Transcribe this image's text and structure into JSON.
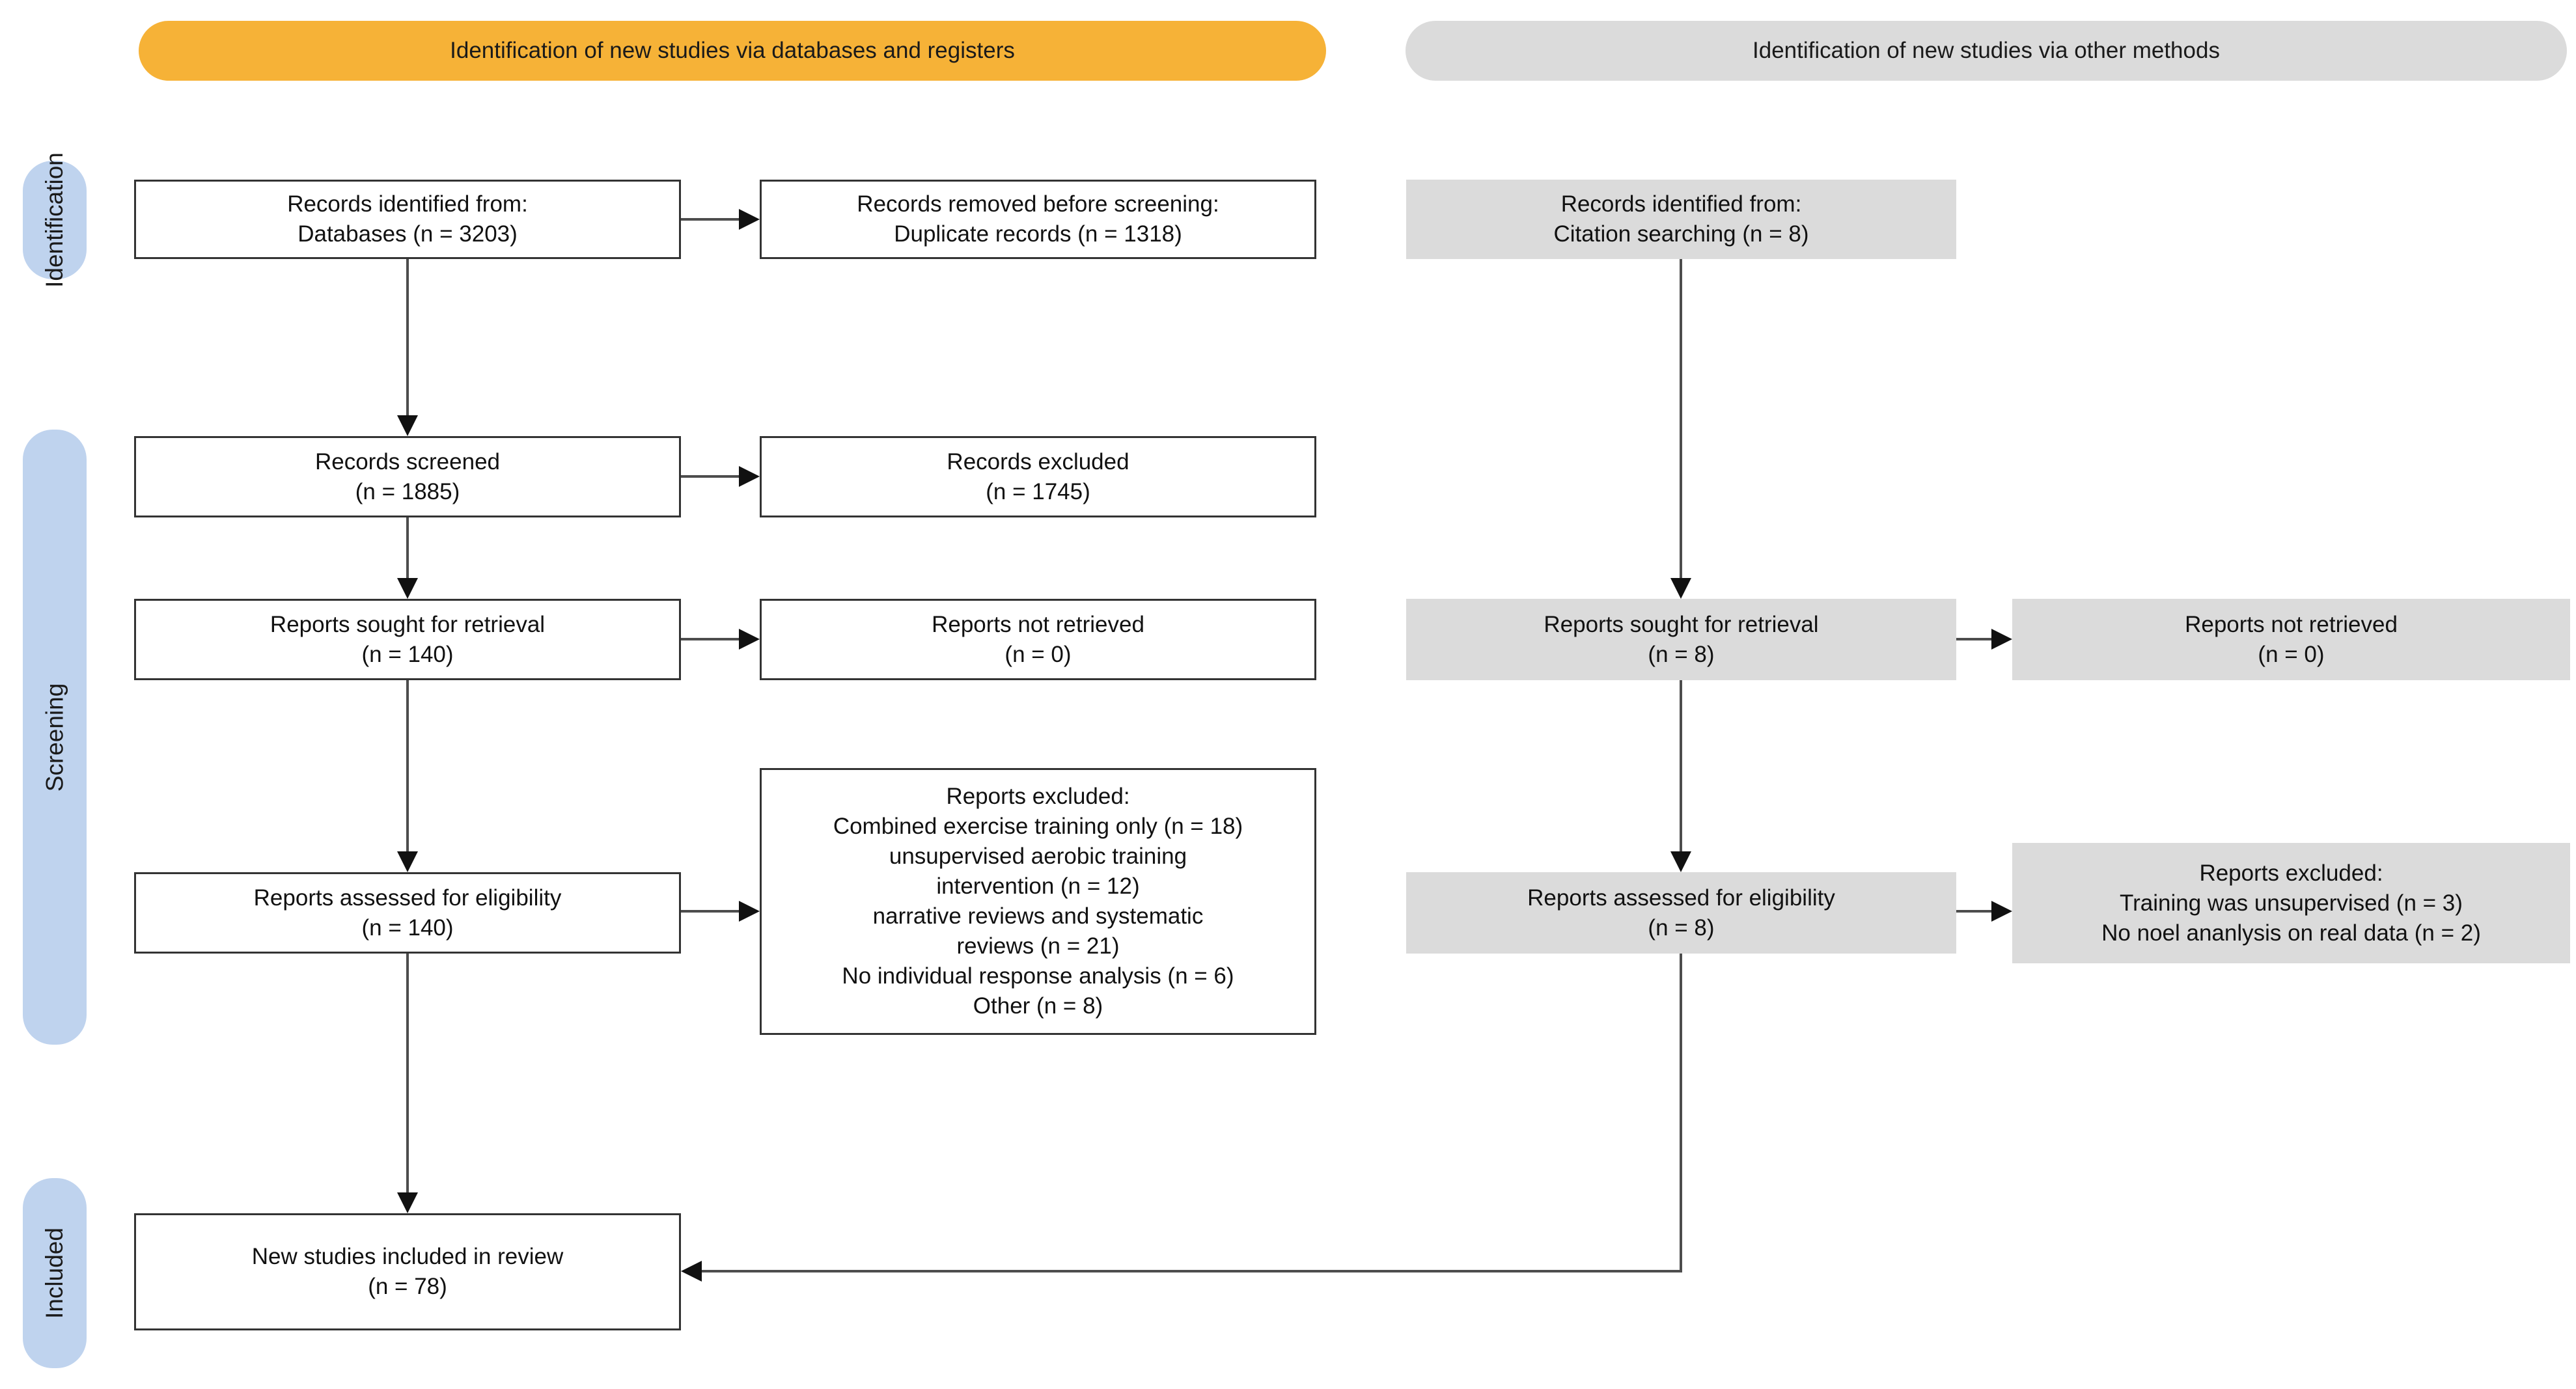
{
  "diagram": {
    "banners": {
      "databases": "Identification of new studies via databases and registers",
      "other": "Identification of new studies via other methods"
    },
    "stages": {
      "identification": "Identification",
      "screening": "Screening",
      "included": "Included"
    },
    "boxes": {
      "db_identified": [
        "Records identified from:",
        "Databases (n = 3203)"
      ],
      "removed_before_screening": [
        "Records removed before screening:",
        "Duplicate records (n = 1318)"
      ],
      "records_screened": [
        "Records screened",
        "(n = 1885)"
      ],
      "records_excluded": [
        "Records excluded",
        "(n = 1745)"
      ],
      "reports_sought": [
        "Reports sought for retrieval",
        "(n = 140)"
      ],
      "reports_not_retrieved": [
        "Reports not retrieved",
        "(n = 0)"
      ],
      "reports_assessed": [
        "Reports assessed for eligibility",
        "(n = 140)"
      ],
      "reports_excluded_reasons": [
        "Reports excluded:",
        "Combined exercise training only (n = 18)",
        "unsupervised aerobic training",
        "intervention (n = 12)",
        "narrative reviews and systematic",
        "reviews (n = 21)",
        "No individual response analysis (n = 6)",
        "Other (n = 8)"
      ],
      "new_studies_included": [
        "New studies included in review",
        "(n = 78)"
      ],
      "other_identified": [
        "Records identified from:",
        "Citation searching (n = 8)"
      ],
      "other_reports_sought": [
        "Reports sought for retrieval",
        "(n = 8)"
      ],
      "other_reports_not_retrieved": [
        "Reports not retrieved",
        "(n = 0)"
      ],
      "other_reports_assessed": [
        "Reports assessed for eligibility",
        "(n = 8)"
      ],
      "other_reports_excluded": [
        "Reports excluded:",
        "Training was unsupervised (n = 3)",
        "No noel ananlysis on real data (n = 2)"
      ]
    },
    "colors": {
      "banner_databases": "#F6B237",
      "banner_other": "#DBDBDB",
      "stage_pill": "#BFD3EE",
      "gray_box": "#DBDBDB",
      "white_box_border": "#333333",
      "arrow_line": "#4D4D4D",
      "arrow_head": "#111111"
    }
  }
}
